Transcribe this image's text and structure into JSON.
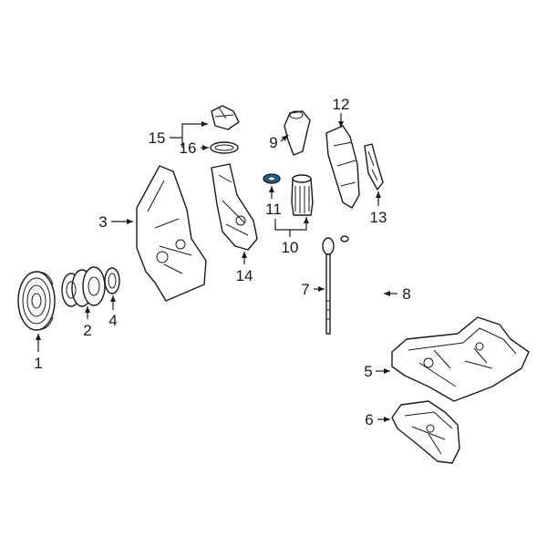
{
  "diagram": {
    "highlight_color": "#1f5fa8",
    "line_color": "#1a1a1a",
    "callouts": [
      {
        "id": "c1",
        "label": "1"
      },
      {
        "id": "c2",
        "label": "2"
      },
      {
        "id": "c3",
        "label": "3"
      },
      {
        "id": "c4",
        "label": "4"
      },
      {
        "id": "c5",
        "label": "5"
      },
      {
        "id": "c6",
        "label": "6"
      },
      {
        "id": "c7",
        "label": "7"
      },
      {
        "id": "c8",
        "label": "8"
      },
      {
        "id": "c9",
        "label": "9"
      },
      {
        "id": "c10",
        "label": "10"
      },
      {
        "id": "c11",
        "label": "11"
      },
      {
        "id": "c12",
        "label": "12"
      },
      {
        "id": "c13",
        "label": "13"
      },
      {
        "id": "c14",
        "label": "14"
      },
      {
        "id": "c15",
        "label": "15"
      },
      {
        "id": "c16",
        "label": "16"
      }
    ]
  }
}
